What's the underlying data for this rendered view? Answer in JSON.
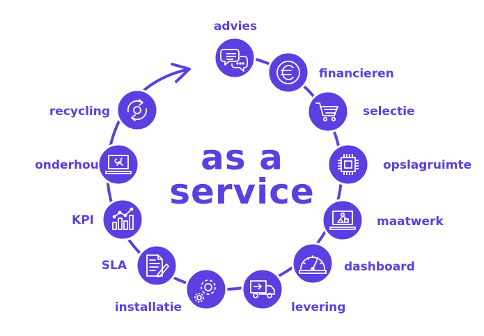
{
  "center": {
    "line1": "as a",
    "line2": "service"
  },
  "accent_color": "#5b3fe0",
  "items": [
    {
      "label": "advies",
      "icon": "chat-bubbles-icon"
    },
    {
      "label": "financieren",
      "icon": "euro-icon"
    },
    {
      "label": "selectie",
      "icon": "shopping-cart-icon"
    },
    {
      "label": "opslagruimte",
      "icon": "cpu-chip-icon"
    },
    {
      "label": "maatwerk",
      "icon": "custom-laptop-icon"
    },
    {
      "label": "dashboard",
      "icon": "gauge-icon"
    },
    {
      "label": "levering",
      "icon": "delivery-truck-icon"
    },
    {
      "label": "installatie",
      "icon": "gears-icon"
    },
    {
      "label": "SLA",
      "icon": "contract-icon"
    },
    {
      "label": "KPI",
      "icon": "bar-chart-icon"
    },
    {
      "label": "onderhoud",
      "icon": "laptop-wrench-icon"
    },
    {
      "label": "recycling",
      "icon": "recycle-icon"
    }
  ]
}
